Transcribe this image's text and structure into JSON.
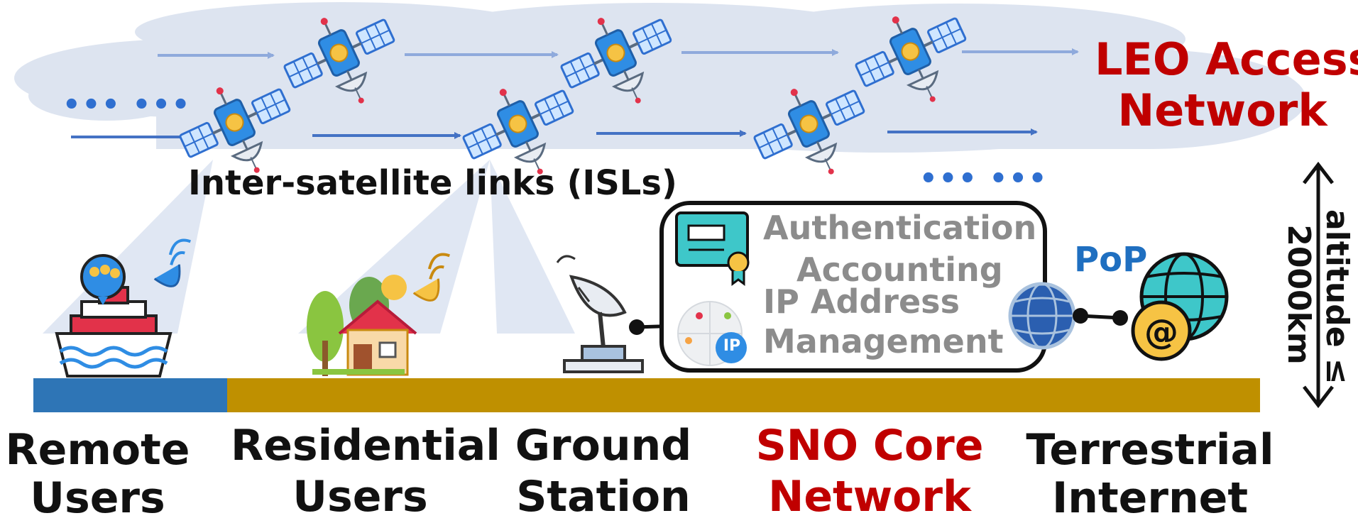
{
  "leo_network": {
    "title_line1": "LEO Access",
    "title_line2": "Network",
    "isl_label": "Inter-satellite links (ISLs)",
    "dots_left": "•••  •••",
    "dots_right": "•••  •••"
  },
  "sno_core": {
    "functions": [
      "Authentication",
      "Accounting",
      "IP Address",
      "Management"
    ],
    "ip_badge": "IP",
    "title_line1": "SNO Core",
    "title_line2": "Network"
  },
  "pop_label": "PoP",
  "altitude": {
    "line1": "altitude ≤",
    "line2": "2000km"
  },
  "ground_labels": [
    {
      "line1": "Remote",
      "line2": "Users"
    },
    {
      "line1": "Residential",
      "line2": "Users"
    },
    {
      "line1": "Ground",
      "line2": "Station"
    },
    {
      "line1": "Terrestrial",
      "line2": "Internet"
    }
  ],
  "colors": {
    "title_red": "#c00000",
    "pop_blue": "#1f6fc0",
    "function_gray": "#8c8c8c",
    "ground_ocean": "#2e75b6",
    "ground_land": "#bf9000",
    "cloud": "#dde4f0",
    "arrow_upper": "#8faadc",
    "arrow_lower": "#4472c4"
  },
  "icons": [
    "satellite-icon",
    "cruise-ship-icon",
    "house-icon",
    "satellite-dish-icon",
    "certificate-icon",
    "ip-globe-icon",
    "world-globe-icon",
    "email-globe-icon"
  ]
}
